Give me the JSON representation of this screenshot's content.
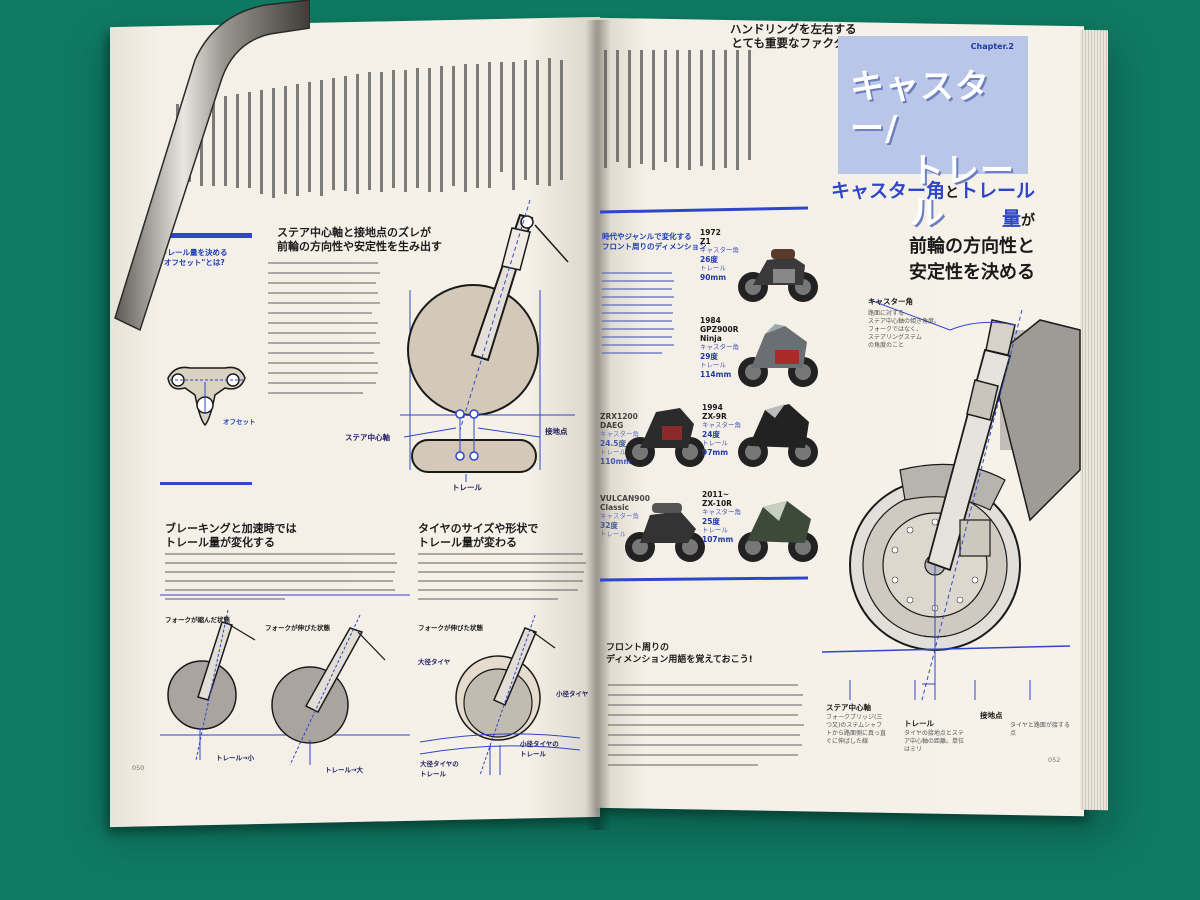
{
  "left_page": {
    "sidebar": {
      "title": "トレール量を決める\n\"オフセット\"とは?",
      "label_offset": "オフセット"
    },
    "diagram_center": {
      "heading": "ステア中心軸と接地点のズレが\n前輪の方向性や安定性を生み出す",
      "label_steer_axis": "ステア中心軸",
      "label_contact": "接地点",
      "label_trail": "トレール"
    },
    "braking": {
      "heading": "ブレーキングと加速時では\nトレール量が変化する",
      "label_fork_compressed": "フォークが縮んだ状態",
      "label_fork_extended": "フォークが伸びた状態",
      "label_trail_small": "トレール→小",
      "label_trail_large": "トレール→大"
    },
    "tire": {
      "heading": "タイヤのサイズや形状で\nトレール量が変わる",
      "label_fork_extended": "フォークが伸びた状態",
      "label_large_tire": "大径タイヤ",
      "label_small_tire": "小径タイヤ",
      "label_small_trail": "小径タイヤの\nトレール",
      "label_large_trail": "大径タイヤの\nトレール"
    },
    "page_number": "050"
  },
  "right_page": {
    "intro_heading": "ハンドリングを左右する\nとても重要なファクター",
    "chapter": {
      "tag": "Chapter.2",
      "title_line1": "キャスター/",
      "title_line2": "トレール"
    },
    "main_title": {
      "l1a": "キャスター角",
      "l1b": "と",
      "l1c": "トレール量",
      "l1d": "が",
      "l2": "前輪の方向性と",
      "l3": "安定性を決める"
    },
    "history_heading": "時代やジャンルで変化する\nフロント周りのディメンション",
    "bikes": [
      {
        "year": "1972",
        "model": "Z1",
        "caster_label": "キャスター角",
        "caster": "26度",
        "trail_label": "トレール",
        "trail": "90mm"
      },
      {
        "year": "1984",
        "model": "GPZ900R\nNinja",
        "caster_label": "キャスター角",
        "caster": "29度",
        "trail_label": "トレール",
        "trail": "114mm"
      },
      {
        "year": "",
        "model": "ZRX1200\nDAEG",
        "caster_label": "キャスター角",
        "caster": "24.5度",
        "trail_label": "トレール",
        "trail": "110mm"
      },
      {
        "year": "1994",
        "model": "ZX-9R",
        "caster_label": "キャスター角",
        "caster": "24度",
        "trail_label": "トレール",
        "trail": "97mm"
      },
      {
        "year": "",
        "model": "VULCAN900\nClassic",
        "caster_label": "キャスター角",
        "caster": "32度",
        "trail_label": "トレール",
        "trail": ""
      },
      {
        "year": "2011~",
        "model": "ZX-10R",
        "caster_label": "キャスター角",
        "caster": "25度",
        "trail_label": "トレール",
        "trail": "107mm"
      }
    ],
    "front_dims_heading": "フロント周りの\nディメンション用語を覚えておこう!",
    "labels": {
      "caster_angle": "キャスター角",
      "caster_desc": "路面に対する\nステア中心軸の傾き角度。\nフォークではなく、\nステアリングステム\nの角度のこと",
      "steer_axis": "ステア中心軸",
      "steer_axis_desc": "フォークブリッジ(三\nつ又)のステムシャフ\nトから路面側に真っ直\nぐに伸ばした線",
      "trail": "トレール",
      "trail_desc": "タイヤの接地点とステ\nア中心軸の距離。単位\nはミリ",
      "contact": "接地点",
      "contact_desc": "タイヤと路面が接する点"
    },
    "page_number": "052"
  },
  "colors": {
    "accent_blue": "#2f46c9",
    "chapter_box": "#b9c6e8",
    "page_paper": "#f3efe6",
    "background_mat": "#0f7a63"
  }
}
